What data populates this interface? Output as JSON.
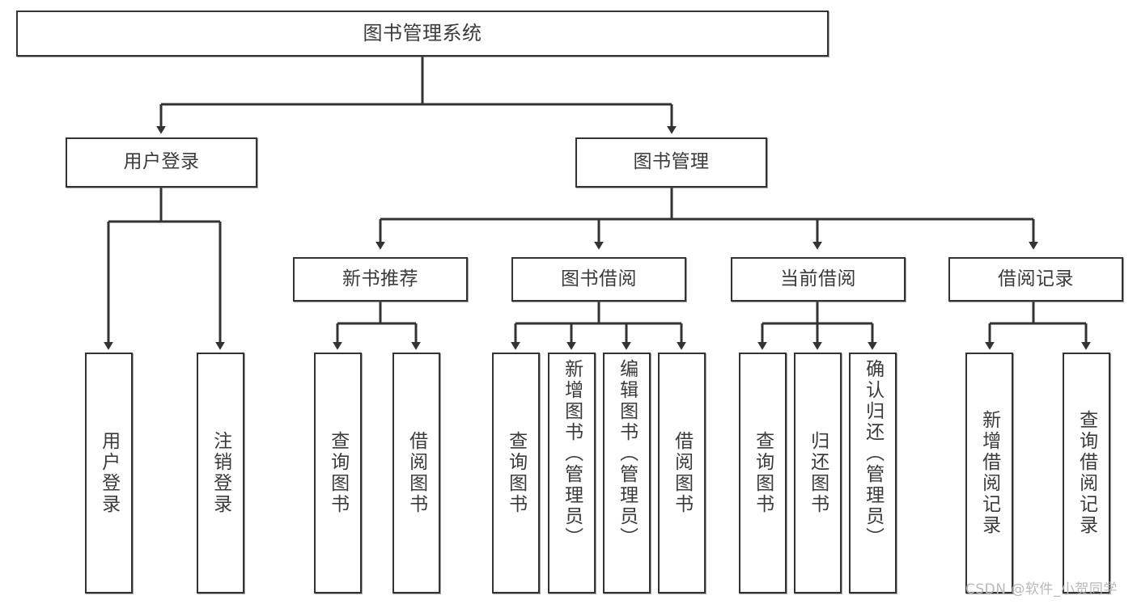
{
  "diagram": {
    "title": "图书管理系统",
    "type": "tree",
    "orientation": "top-down",
    "line_color": "#333333",
    "box_border_color": "#333333",
    "box_fill_color": "#ffffff",
    "text_color": "#3b3b3b",
    "background_color": "#ffffff"
  },
  "nodes": {
    "root": {
      "label": "图书管理系统",
      "level": 1
    },
    "user_login": {
      "label": "用户登录",
      "level": 2
    },
    "book_manage": {
      "label": "图书管理",
      "level": 2
    },
    "new_book_rec": {
      "label": "新书推荐",
      "level": 3
    },
    "book_borrow": {
      "label": "图书借阅",
      "level": 3
    },
    "current_borrow": {
      "label": "当前借阅",
      "level": 3
    },
    "borrow_record": {
      "label": "借阅记录",
      "level": 3
    },
    "leaf_user_login": {
      "label": "用户登录",
      "level": 3
    },
    "leaf_logout": {
      "label": "注销登录",
      "level": 3
    },
    "leaf_query_book_1": {
      "label": "查询图书",
      "level": 4
    },
    "leaf_borrow_book_1": {
      "label": "借阅图书",
      "level": 4
    },
    "leaf_query_book_2": {
      "label": "查询图书",
      "level": 4
    },
    "leaf_add_book": {
      "label": "新增图书（管理员）",
      "level": 4
    },
    "leaf_edit_book": {
      "label": "编辑图书（管理员）",
      "level": 4
    },
    "leaf_borrow_book_2": {
      "label": "借阅图书",
      "level": 4
    },
    "leaf_query_book_3": {
      "label": "查询图书",
      "level": 4
    },
    "leaf_return_book": {
      "label": "归还图书",
      "level": 4
    },
    "leaf_confirm_return": {
      "label": "确认归还（管理员）",
      "level": 4
    },
    "leaf_add_record": {
      "label": "新增借阅记录",
      "level": 4
    },
    "leaf_query_record": {
      "label": "查询借阅记录",
      "level": 4
    }
  },
  "edges": [
    {
      "from": "root",
      "to": "user_login"
    },
    {
      "from": "root",
      "to": "book_manage"
    },
    {
      "from": "user_login",
      "to": "leaf_user_login"
    },
    {
      "from": "user_login",
      "to": "leaf_logout"
    },
    {
      "from": "book_manage",
      "to": "new_book_rec"
    },
    {
      "from": "book_manage",
      "to": "book_borrow"
    },
    {
      "from": "book_manage",
      "to": "current_borrow"
    },
    {
      "from": "book_manage",
      "to": "borrow_record"
    },
    {
      "from": "new_book_rec",
      "to": "leaf_query_book_1"
    },
    {
      "from": "new_book_rec",
      "to": "leaf_borrow_book_1"
    },
    {
      "from": "book_borrow",
      "to": "leaf_query_book_2"
    },
    {
      "from": "book_borrow",
      "to": "leaf_add_book"
    },
    {
      "from": "book_borrow",
      "to": "leaf_edit_book"
    },
    {
      "from": "book_borrow",
      "to": "leaf_borrow_book_2"
    },
    {
      "from": "current_borrow",
      "to": "leaf_query_book_3"
    },
    {
      "from": "current_borrow",
      "to": "leaf_return_book"
    },
    {
      "from": "current_borrow",
      "to": "leaf_confirm_return"
    },
    {
      "from": "borrow_record",
      "to": "leaf_add_record"
    },
    {
      "from": "borrow_record",
      "to": "leaf_query_record"
    }
  ],
  "watermark": {
    "text": "CSDN @软件_小贺同学"
  }
}
